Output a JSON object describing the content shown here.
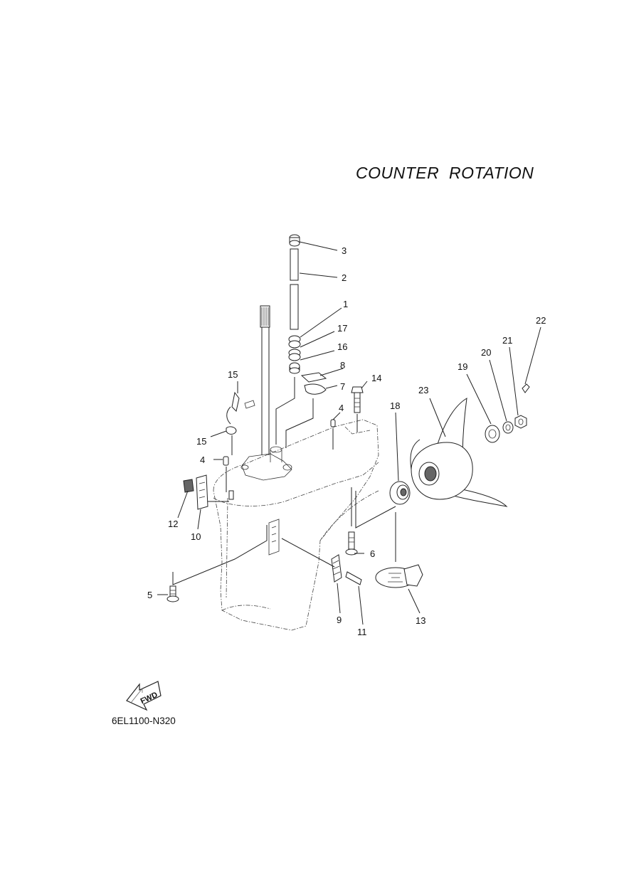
{
  "header": {
    "title": "COUNTER  ROTATION"
  },
  "footer": {
    "diagram_code": "6EL1100-N320",
    "fwd_label": "FWD"
  },
  "callouts": {
    "c1": "1",
    "c2": "2",
    "c3": "3",
    "c4a": "4",
    "c4b": "4",
    "c5": "5",
    "c6": "6",
    "c7": "7",
    "c8": "8",
    "c9": "9",
    "c10": "10",
    "c11": "11",
    "c12": "12",
    "c13": "13",
    "c14": "14",
    "c15a": "15",
    "c15b": "15",
    "c16": "16",
    "c17": "17",
    "c18": "18",
    "c19": "19",
    "c20": "20",
    "c21": "21",
    "c22": "22",
    "c23": "23"
  }
}
